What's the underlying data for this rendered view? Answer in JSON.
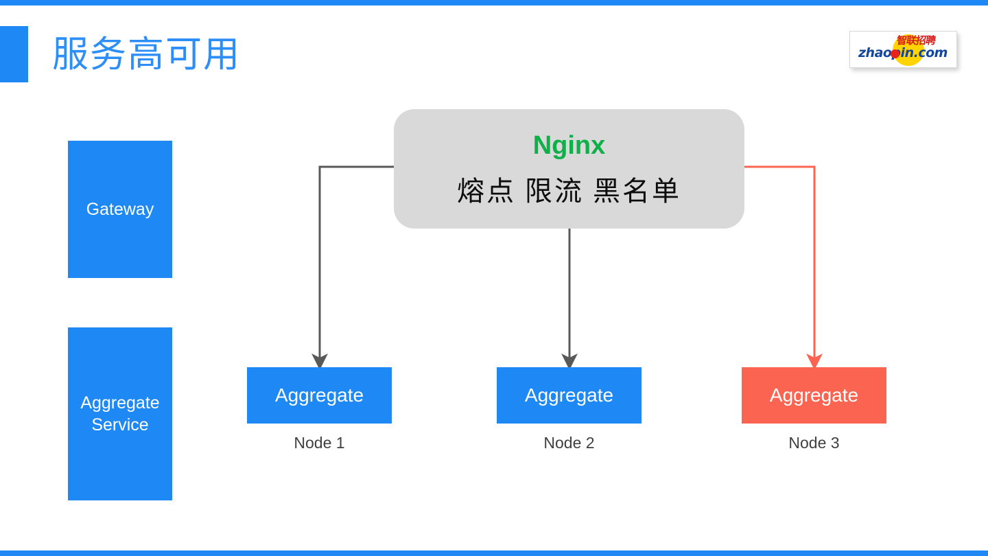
{
  "slide": {
    "title": "服务高可用",
    "accent_color": "#1e88f5",
    "title_color": "#2e8ef7",
    "background": "#ffffff"
  },
  "logo": {
    "name": "zhaopin-logo",
    "chinese_text": "智联招聘",
    "english_text": "zhaopin.com",
    "circle_color": "#ffd400",
    "dot_color": "#e8231e",
    "chinese_color": "#d81c1c",
    "english_color": "#13479f"
  },
  "layers": {
    "gateway": {
      "label": "Gateway",
      "color": "#1e88f5"
    },
    "aggregate_service": {
      "label": "Aggregate\nService",
      "line1": "Aggregate",
      "line2": "Service",
      "color": "#1e88f5"
    }
  },
  "nginx": {
    "title": "Nginx",
    "title_color": "#0fb04a",
    "subtitle": "熔点 限流 黑名单",
    "subtitle_color": "#0d0d0d",
    "panel_color": "#d9d9d9"
  },
  "nodes": [
    {
      "box_label": "Aggregate",
      "caption": "Node 1",
      "color": "#1e88f5",
      "status": "healthy",
      "arrow_color": "#595959"
    },
    {
      "box_label": "Aggregate",
      "caption": "Node 2",
      "color": "#1e88f5",
      "status": "healthy",
      "arrow_color": "#595959"
    },
    {
      "box_label": "Aggregate",
      "caption": "Node 3",
      "color": "#fa6450",
      "status": "failed",
      "arrow_color": "#fa6450"
    }
  ],
  "decoration": {
    "top_rule_color": "#1e88f5",
    "bottom_rule_color": "#1e88f5"
  }
}
